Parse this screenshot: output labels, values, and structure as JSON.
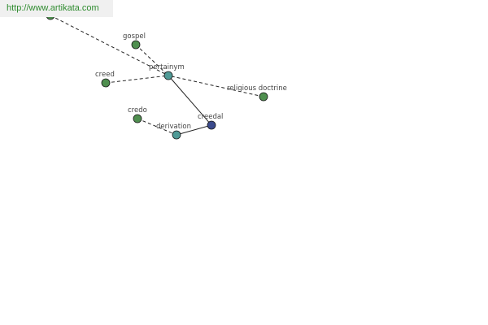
{
  "banner": {
    "url": "http://www.artikata.com"
  },
  "graph": {
    "nodes": [
      {
        "id": "offscreen",
        "label": "",
        "kind": "term"
      },
      {
        "id": "gospel",
        "label": "gospel",
        "kind": "term"
      },
      {
        "id": "pertainym",
        "label": "pertainym",
        "kind": "relation"
      },
      {
        "id": "creed",
        "label": "creed",
        "kind": "term"
      },
      {
        "id": "religious-doctrine",
        "label": "religious doctrine",
        "kind": "term"
      },
      {
        "id": "credo",
        "label": "credo",
        "kind": "term"
      },
      {
        "id": "derivation",
        "label": "derivation",
        "kind": "relation"
      },
      {
        "id": "creedal",
        "label": "creedal",
        "kind": "root"
      }
    ],
    "edges": [
      {
        "from": "offscreen",
        "to": "pertainym",
        "style": "dashed"
      },
      {
        "from": "gospel",
        "to": "pertainym",
        "style": "dashed"
      },
      {
        "from": "creed",
        "to": "pertainym",
        "style": "dashed"
      },
      {
        "from": "religious-doctrine",
        "to": "pertainym",
        "style": "dashed"
      },
      {
        "from": "pertainym",
        "to": "creedal",
        "style": "solid"
      },
      {
        "from": "credo",
        "to": "derivation",
        "style": "dashed"
      },
      {
        "from": "derivation",
        "to": "creedal",
        "style": "solid"
      }
    ],
    "colors": {
      "term": "#4f8f4f",
      "relation": "#4f9a96",
      "root": "#3a4a8c",
      "edge": "#222222",
      "label": "#444444"
    }
  }
}
